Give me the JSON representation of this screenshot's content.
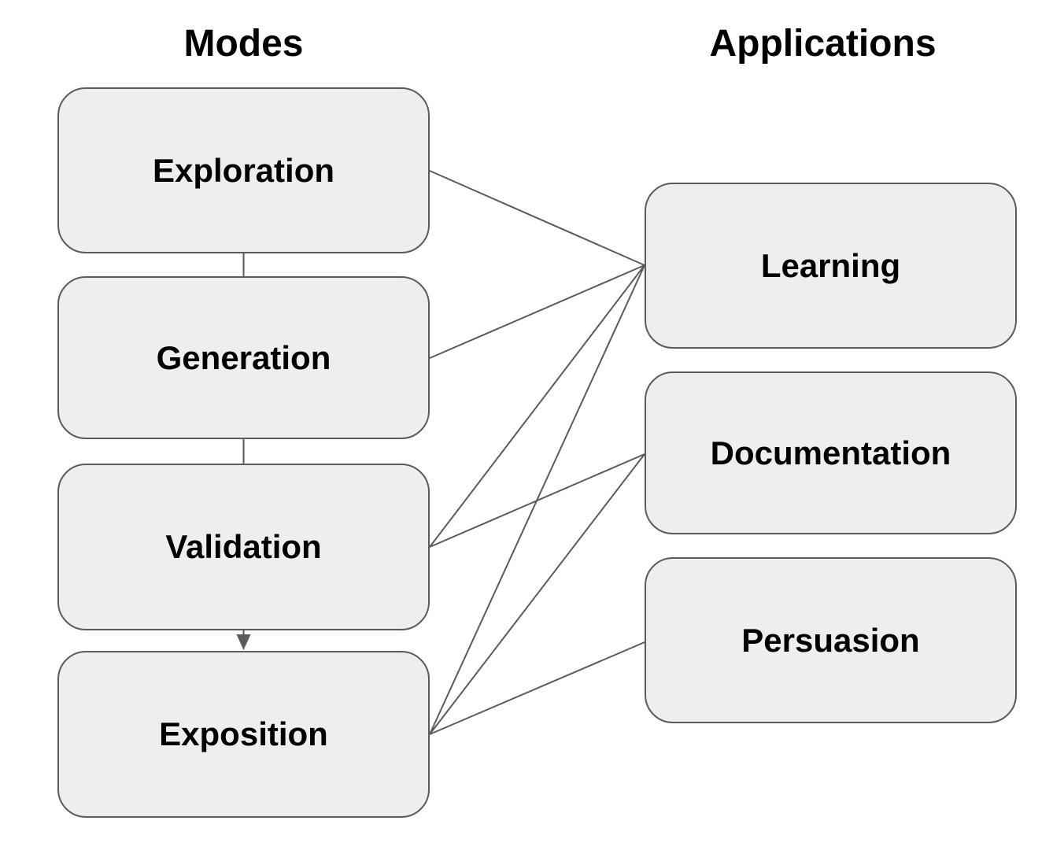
{
  "colors": {
    "node_fill": "#eeeeee",
    "node_border": "#5b5b5b",
    "edge_line": "#5b5b5b",
    "text": "#000000",
    "background": "#ffffff"
  },
  "columns": {
    "left": {
      "title": "Modes",
      "nodes": [
        {
          "label": "Exploration"
        },
        {
          "label": "Generation"
        },
        {
          "label": "Validation"
        },
        {
          "label": "Exposition"
        }
      ]
    },
    "right": {
      "title": "Applications",
      "nodes": [
        {
          "label": "Learning"
        },
        {
          "label": "Documentation"
        },
        {
          "label": "Persuasion"
        }
      ]
    }
  },
  "edges": {
    "sequence": [
      {
        "from": "Exploration",
        "to": "Generation",
        "arrowhead": false
      },
      {
        "from": "Generation",
        "to": "Validation",
        "arrowhead": false
      },
      {
        "from": "Validation",
        "to": "Exposition",
        "arrowhead": true
      }
    ],
    "mappings": [
      {
        "from": "Exploration",
        "to": "Learning"
      },
      {
        "from": "Generation",
        "to": "Learning"
      },
      {
        "from": "Validation",
        "to": "Learning"
      },
      {
        "from": "Validation",
        "to": "Documentation"
      },
      {
        "from": "Exposition",
        "to": "Learning"
      },
      {
        "from": "Exposition",
        "to": "Documentation"
      },
      {
        "from": "Exposition",
        "to": "Persuasion"
      }
    ]
  }
}
